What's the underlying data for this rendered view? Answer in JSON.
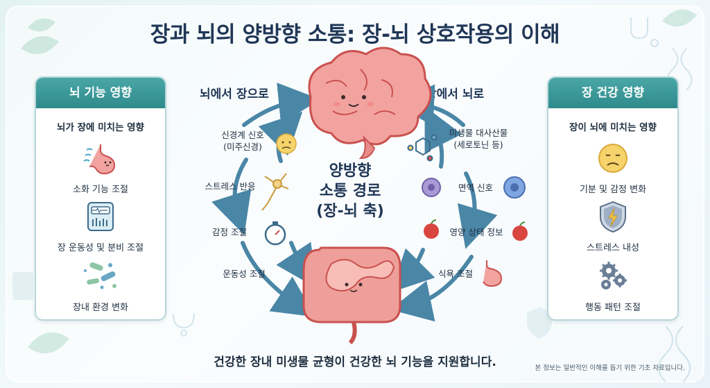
{
  "title": "장과 뇌의 양방향 소통: 장-뇌 상호작용의 이해",
  "left_panel": {
    "header": "뇌 기능 영향",
    "subtitle": "뇌가 장에 미치는 영향",
    "items": [
      {
        "label": "소화 기능 조절",
        "icon": "stomach-icon"
      },
      {
        "label": "장 운동성 및 분비 조절",
        "icon": "monitor-icon"
      },
      {
        "label": "장내 환경 변화",
        "icon": "bacteria-icon"
      }
    ]
  },
  "right_panel": {
    "header": "장 건강 영향",
    "subtitle": "장이 뇌에 미치는 영향",
    "items": [
      {
        "label": "기분 및 감정 변화",
        "icon": "sad-face-icon"
      },
      {
        "label": "스트레스 내성",
        "icon": "shield-icon"
      },
      {
        "label": "행동 패턴 조절",
        "icon": "gears-icon"
      }
    ]
  },
  "brain_to_gut": {
    "header": "뇌에서 장으로",
    "labels": [
      "신경계 신호\n(미주신경)",
      "스트레스 반응",
      "감정 조절",
      "운동성 조절"
    ]
  },
  "gut_to_brain": {
    "header": "장에서 뇌로",
    "labels": [
      "미생물 대사산물\n(세로토닌 등)",
      "면역 신호",
      "영양 상태 정보",
      "식욕 조절"
    ]
  },
  "center": {
    "line1": "양방향",
    "line2": "소통 경로",
    "line3": "(장-뇌 축)"
  },
  "footer": "건강한 장내 미생물 균형이 건강한 뇌 기능을 지원합니다.",
  "disclaimer": "본 정보는 일반적인 이해를 돕기 위한 기초 자료입니다.",
  "colors": {
    "title": "#1f3656",
    "panel_header": "#3a9a9a",
    "arrow": "#4a86a6",
    "brain": "#f2a3a0",
    "intestine": "#ef9f99"
  }
}
